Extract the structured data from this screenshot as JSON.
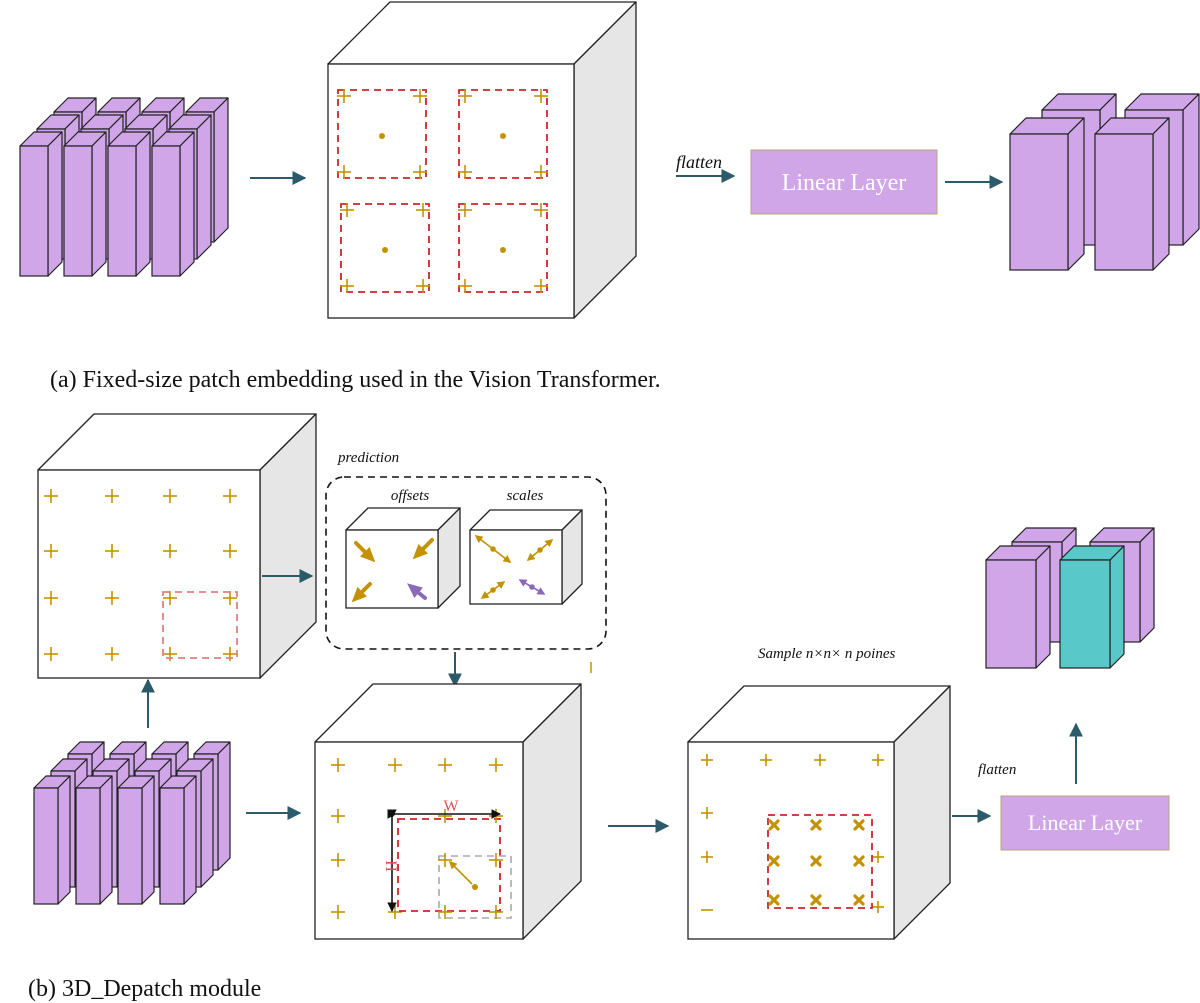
{
  "captions": {
    "a": "(a)    Fixed-size patch embedding used in the Vision Transformer.",
    "b": "(b)    3D_Depatch module"
  },
  "labels": {
    "flatten_a": "flatten",
    "linear_layer_a": "Linear Layer",
    "prediction": "prediction",
    "offsets": "offsets",
    "scales": "scales",
    "sample": "Sample n×n× n poines",
    "flatten_b": "flatten",
    "linear_layer_b": "Linear Layer",
    "w_label": "W",
    "h_label": "H"
  },
  "colors": {
    "purple": "#d0a6e8",
    "teal": "#58c8c8",
    "gold": "#c49200",
    "red": "#d0252a",
    "arrow": "#2b5b6b",
    "cube_side": "#e6e6e6",
    "linear_fill": "#d0a6e8",
    "violet_arrow": "#8b68b8"
  }
}
